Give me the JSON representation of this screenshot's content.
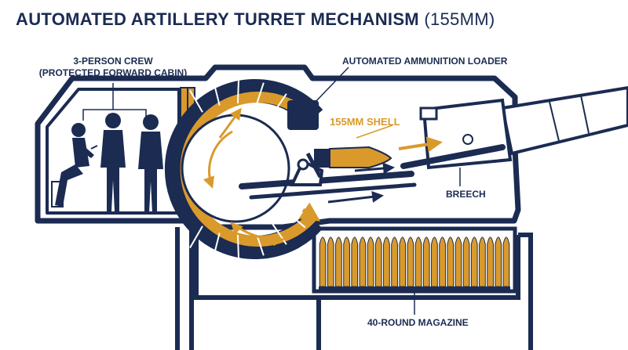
{
  "title": {
    "main": "AUTOMATED ARTILLERY TURRET MECHANISM",
    "sub": "(155MM)"
  },
  "labels": {
    "crew_line1": "3-PERSON CREW",
    "crew_line2": "(PROTECTED FORWARD CABIN)",
    "loader": "AUTOMATED AMMUNITION LOADER",
    "shell": "155MM SHELL",
    "breech": "BREECH",
    "magazine": "40-ROUND MAGAZINE"
  },
  "magazine": {
    "round_count": 40,
    "visible_rounds": 24
  },
  "colors": {
    "navy": "#1b2b52",
    "orange": "#d99a2b",
    "hull_fill": "#ffffff"
  }
}
